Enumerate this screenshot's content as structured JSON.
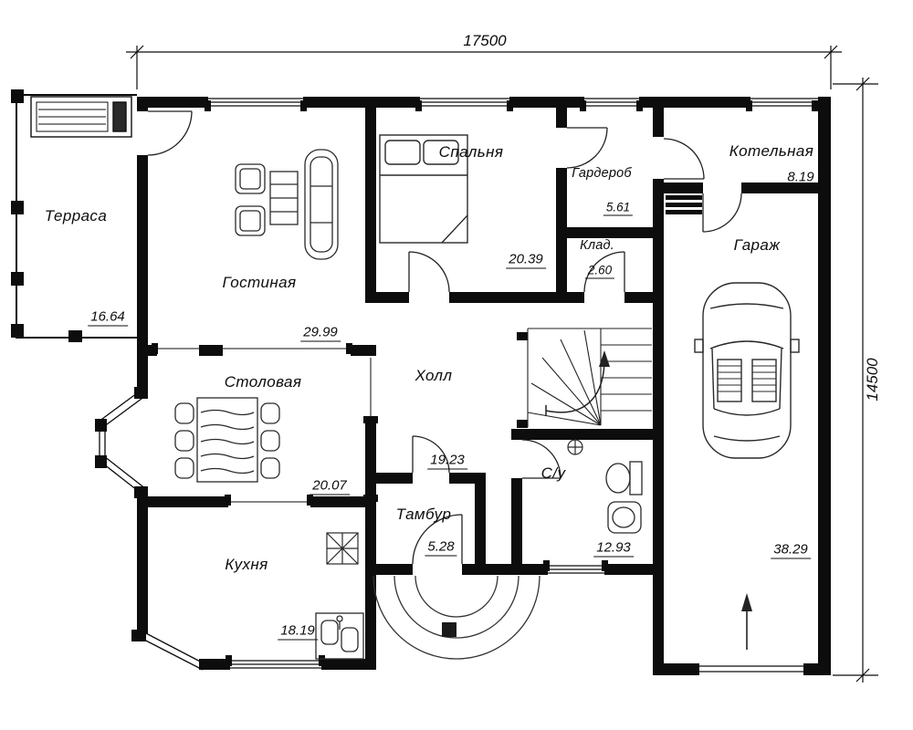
{
  "plan": {
    "dimensions": {
      "width_label": "17500",
      "height_label": "14500"
    },
    "rooms": [
      {
        "id": "terrace",
        "name": "Терраса",
        "area": "16.64"
      },
      {
        "id": "living",
        "name": "Гостиная",
        "area": "29.99"
      },
      {
        "id": "bedroom",
        "name": "Спальня",
        "area": "20.39"
      },
      {
        "id": "wardrobe",
        "name": "Гардероб",
        "area": "5.61"
      },
      {
        "id": "storage",
        "name": "Клад.",
        "area": "2.60"
      },
      {
        "id": "boiler",
        "name": "Котельная",
        "area": "8.19"
      },
      {
        "id": "garage",
        "name": "Гараж",
        "area": "38.29"
      },
      {
        "id": "dining",
        "name": "Столовая",
        "area": "20.07"
      },
      {
        "id": "hall",
        "name": "Холл",
        "area": "19.23"
      },
      {
        "id": "vestibule",
        "name": "Тамбур",
        "area": "5.28"
      },
      {
        "id": "bathroom",
        "name": "С/у",
        "area": "12.93"
      },
      {
        "id": "kitchen",
        "name": "Кухня",
        "area": "18.19"
      }
    ]
  }
}
